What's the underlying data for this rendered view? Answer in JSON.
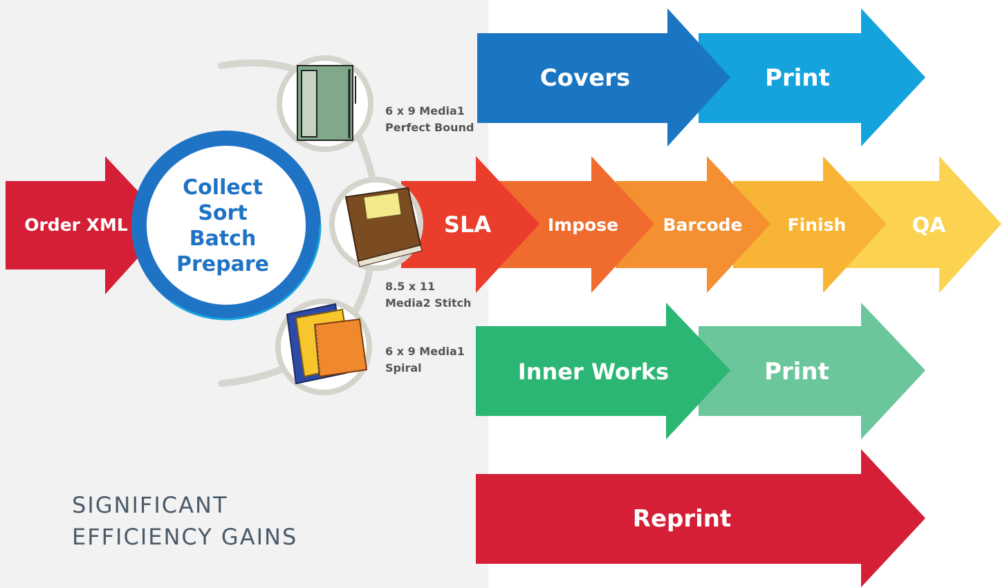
{
  "order": {
    "label": "Order XML",
    "color": "#d41f36"
  },
  "hub": {
    "lines": [
      "Collect",
      "Sort",
      "Batch",
      "Prepare"
    ],
    "ring_color": "#1f73c4"
  },
  "media": [
    {
      "icon": "perfect-bound-book-icon",
      "line1": "6 x 9 Media1",
      "line2": "Perfect Bound"
    },
    {
      "icon": "stitched-book-icon",
      "line1": "8.5 x 11",
      "line2": "Media2 Stitch"
    },
    {
      "icon": "spiral-notebook-icon",
      "line1": "6 x 9 Media1",
      "line2": "Spiral"
    }
  ],
  "covers_track": {
    "stages": [
      {
        "label": "Covers",
        "color": "#1a76c2"
      },
      {
        "label": "Print",
        "color": "#15a3dd"
      }
    ]
  },
  "main_track": {
    "stages": [
      {
        "label": "SLA",
        "color": "#ea3d2b"
      },
      {
        "label": "Impose",
        "color": "#f06c2e"
      },
      {
        "label": "Barcode",
        "color": "#f48f32"
      },
      {
        "label": "Finish",
        "color": "#f8b535"
      },
      {
        "label": "QA",
        "color": "#fbd350"
      }
    ]
  },
  "inner_track": {
    "stages": [
      {
        "label": "Inner Works",
        "color": "#2cb674"
      },
      {
        "label": "Print",
        "color": "#6cc69b"
      }
    ]
  },
  "reprint": {
    "label": "Reprint",
    "color": "#d41f36"
  },
  "tagline": {
    "line1": "SIGNIFICANT",
    "line2": "EFFICIENCY GAINS"
  }
}
